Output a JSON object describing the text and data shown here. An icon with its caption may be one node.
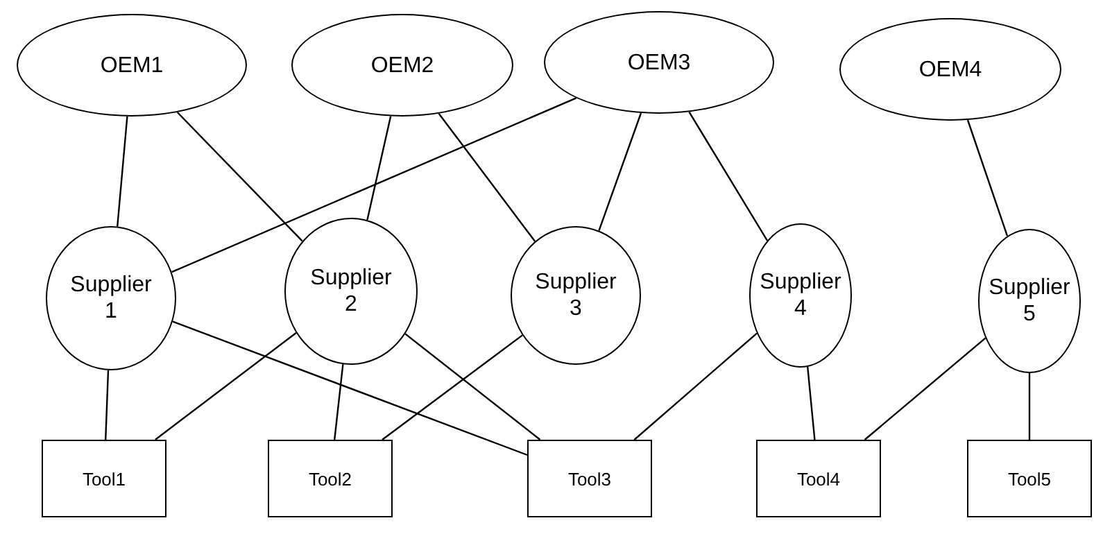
{
  "diagram": {
    "nodes": [
      {
        "text": [
          "OEM1"
        ]
      },
      {
        "text": [
          "OEM2"
        ]
      },
      {
        "text": [
          "OEM3"
        ]
      },
      {
        "text": [
          "OEM4"
        ]
      },
      {
        "text": [
          "Supplier 1"
        ]
      },
      {
        "text": [
          "Supplier 2"
        ]
      },
      {
        "text": [
          "Supplier 3"
        ]
      },
      {
        "text": [
          "Supplier 4"
        ]
      },
      {
        "text": [
          "Supplier 5"
        ]
      },
      {
        "text": [
          "Tool1"
        ]
      },
      {
        "text": [
          "Tool2"
        ]
      },
      {
        "text": [
          "Tool3"
        ]
      },
      {
        "text": [
          "Tool4"
        ]
      },
      {
        "text": [
          "Tool5"
        ]
      }
    ],
    "edges": [
      {
        "from": 0,
        "to": 4,
        "arrow": "none"
      },
      {
        "from": 0,
        "to": 5,
        "arrow": "none"
      },
      {
        "from": 1,
        "to": 5,
        "arrow": "none"
      },
      {
        "from": 1,
        "to": 6,
        "arrow": "none"
      },
      {
        "from": 2,
        "to": 4,
        "arrow": "none"
      },
      {
        "from": 2,
        "to": 6,
        "arrow": "none"
      },
      {
        "from": 2,
        "to": 7,
        "arrow": "none"
      },
      {
        "from": 3,
        "to": 8,
        "arrow": "none"
      },
      {
        "from": 4,
        "to": 9,
        "arrow": "none"
      },
      {
        "from": 4,
        "to": 11,
        "arrow": "none"
      },
      {
        "from": 5,
        "to": 9,
        "arrow": "none"
      },
      {
        "from": 5,
        "to": 10,
        "arrow": "none"
      },
      {
        "from": 5,
        "to": 11,
        "arrow": "none"
      },
      {
        "from": 6,
        "to": 10,
        "arrow": "none"
      },
      {
        "from": 7,
        "to": 11,
        "arrow": "none"
      },
      {
        "from": 7,
        "to": 12,
        "arrow": "none"
      },
      {
        "from": 8,
        "to": 12,
        "arrow": "none"
      },
      {
        "from": 8,
        "to": 13,
        "arrow": "none"
      }
    ]
  }
}
